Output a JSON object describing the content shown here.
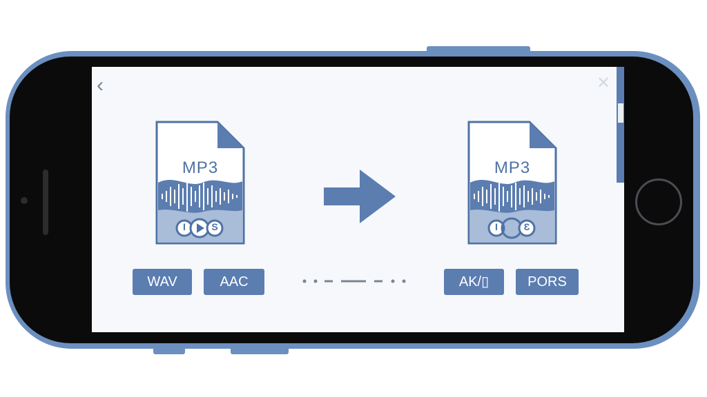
{
  "source_file": {
    "format_label": "MP3",
    "controls": {
      "left_glyph": "Ɩ",
      "right_glyph": "S"
    }
  },
  "target_file": {
    "format_label": "MP3",
    "controls": {
      "left_glyph": "Ɩ",
      "right_glyph": "Ɛ"
    }
  },
  "source_formats": [
    "WAV",
    "AAC"
  ],
  "target_formats": [
    "AK/▯",
    "PORS"
  ],
  "icons": {
    "back": "back-chevron-icon",
    "close": "close-icon",
    "convert_arrow": "arrow-right-icon",
    "play": "play-icon"
  },
  "colors": {
    "accent": "#5b7db0",
    "phone_frame": "#6b8fbf",
    "screen": "#f6f8fb",
    "bezel": "#0b0b0c"
  }
}
